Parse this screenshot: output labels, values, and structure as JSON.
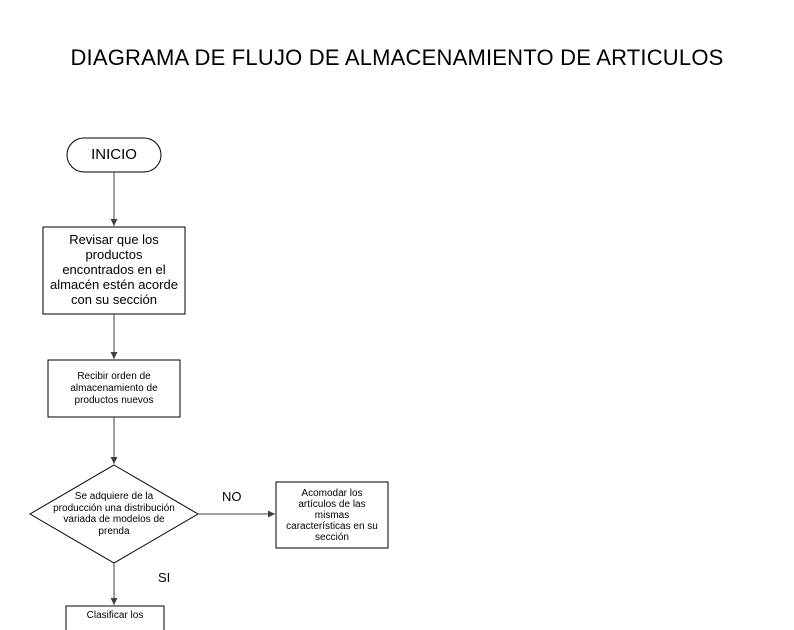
{
  "title": "DIAGRAMA DE FLUJO DE ALMACENAMIENTO DE ARTICULOS",
  "nodes": {
    "start": "INICIO",
    "step_review": "Revisar que los\nproductos\nencontrados en el\nalmacén estén acorde\ncon su sección",
    "step_receive": "Recibir orden de\nalmacenamiento de\nproductos nuevos",
    "decision": "Se adquiere de la\nproducción una distribución\nvariada de modelos de\nprenda",
    "step_arrange": "Acomodar los\nartículos de las\nmismas\ncaracterísticas en su\nsección",
    "step_classify": "Clasificar los"
  },
  "edge_labels": {
    "no": "NO",
    "si": "SI"
  }
}
